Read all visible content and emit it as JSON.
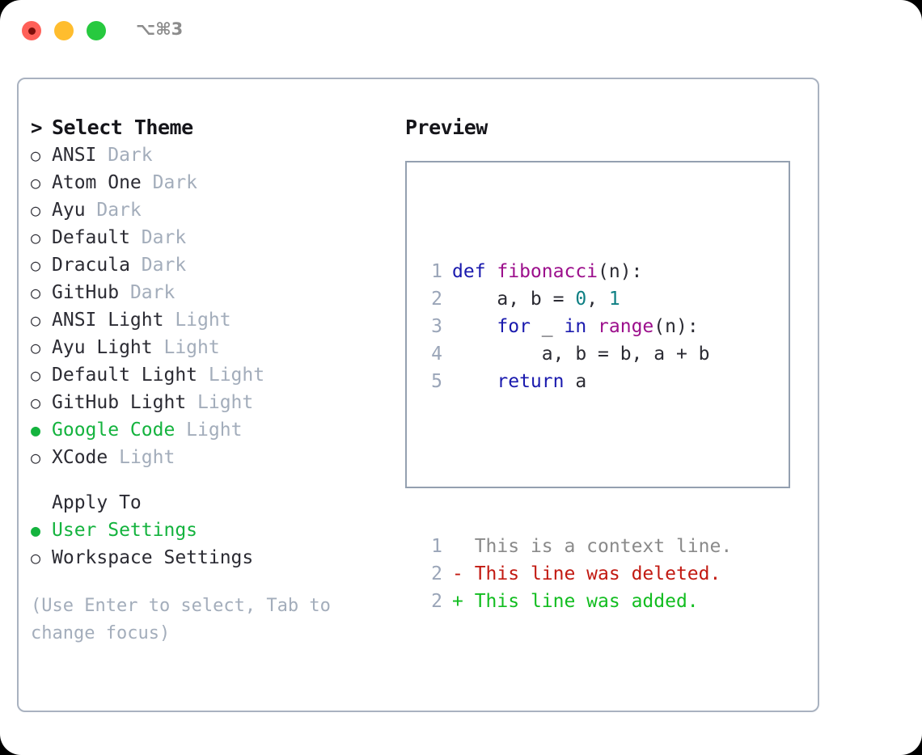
{
  "titlebar": {
    "shortcut": "⌥⌘3",
    "buttons": [
      {
        "name": "close",
        "color": "#ff6058"
      },
      {
        "name": "minimize",
        "color": "#ffbd2e"
      },
      {
        "name": "maximize",
        "color": "#27c93f"
      }
    ]
  },
  "theme_picker": {
    "title": "Select Theme",
    "title_prefix": ">",
    "bullet_unselected": "○",
    "bullet_selected": "●",
    "items": [
      {
        "name": "ANSI",
        "kind": "Dark",
        "selected": false
      },
      {
        "name": "Atom One",
        "kind": "Dark",
        "selected": false
      },
      {
        "name": "Ayu",
        "kind": "Dark",
        "selected": false
      },
      {
        "name": "Default",
        "kind": "Dark",
        "selected": false
      },
      {
        "name": "Dracula",
        "kind": "Dark",
        "selected": false
      },
      {
        "name": "GitHub",
        "kind": "Dark",
        "selected": false
      },
      {
        "name": "ANSI Light",
        "kind": "Light",
        "selected": false
      },
      {
        "name": "Ayu Light",
        "kind": "Light",
        "selected": false
      },
      {
        "name": "Default Light",
        "kind": "Light",
        "selected": false
      },
      {
        "name": "GitHub Light",
        "kind": "Light",
        "selected": false
      },
      {
        "name": "Google Code",
        "kind": "Light",
        "selected": true
      },
      {
        "name": "XCode",
        "kind": "Light",
        "selected": false
      }
    ]
  },
  "apply_to": {
    "heading": "Apply To",
    "options": [
      {
        "label": "User Settings",
        "selected": true
      },
      {
        "label": "Workspace Settings",
        "selected": false
      }
    ]
  },
  "hint": "(Use Enter to select, Tab to change focus)",
  "preview": {
    "label": "Preview",
    "code_lines": [
      {
        "no": "1",
        "tokens": [
          {
            "t": "def ",
            "c": "kw"
          },
          {
            "t": "fibonacci",
            "c": "fn"
          },
          {
            "t": "(n):",
            "c": "pl"
          }
        ]
      },
      {
        "no": "2",
        "tokens": [
          {
            "t": "    a, b = ",
            "c": "pl"
          },
          {
            "t": "0",
            "c": "num"
          },
          {
            "t": ", ",
            "c": "pl"
          },
          {
            "t": "1",
            "c": "num"
          }
        ]
      },
      {
        "no": "3",
        "tokens": [
          {
            "t": "    ",
            "c": "pl"
          },
          {
            "t": "for",
            "c": "kw"
          },
          {
            "t": " _ ",
            "c": "pl"
          },
          {
            "t": "in",
            "c": "kw"
          },
          {
            "t": " ",
            "c": "pl"
          },
          {
            "t": "range",
            "c": "fn"
          },
          {
            "t": "(n):",
            "c": "pl"
          }
        ]
      },
      {
        "no": "4",
        "tokens": [
          {
            "t": "        a, b = b, a + b",
            "c": "pl"
          }
        ]
      },
      {
        "no": "5",
        "tokens": [
          {
            "t": "    ",
            "c": "pl"
          },
          {
            "t": "return",
            "c": "kw"
          },
          {
            "t": " a",
            "c": "pl"
          }
        ]
      }
    ],
    "diff_lines": [
      {
        "no": "1",
        "sign": " ",
        "text": " This is a context line.",
        "kind": "diff-ctx"
      },
      {
        "no": "2",
        "sign": "-",
        "text": " This line was deleted.",
        "kind": "diff-del"
      },
      {
        "no": "2",
        "sign": "+",
        "text": " This line was added.",
        "kind": "diff-add"
      }
    ]
  },
  "colors": {
    "accent_green": "#14b33e",
    "muted": "#a3adbb",
    "keyword": "#1a1aae",
    "function": "#9c0f8c",
    "number": "#0d7f83",
    "diff_added": "#12bd20",
    "diff_deleted": "#c21a12",
    "border": "#a9b2c0"
  }
}
